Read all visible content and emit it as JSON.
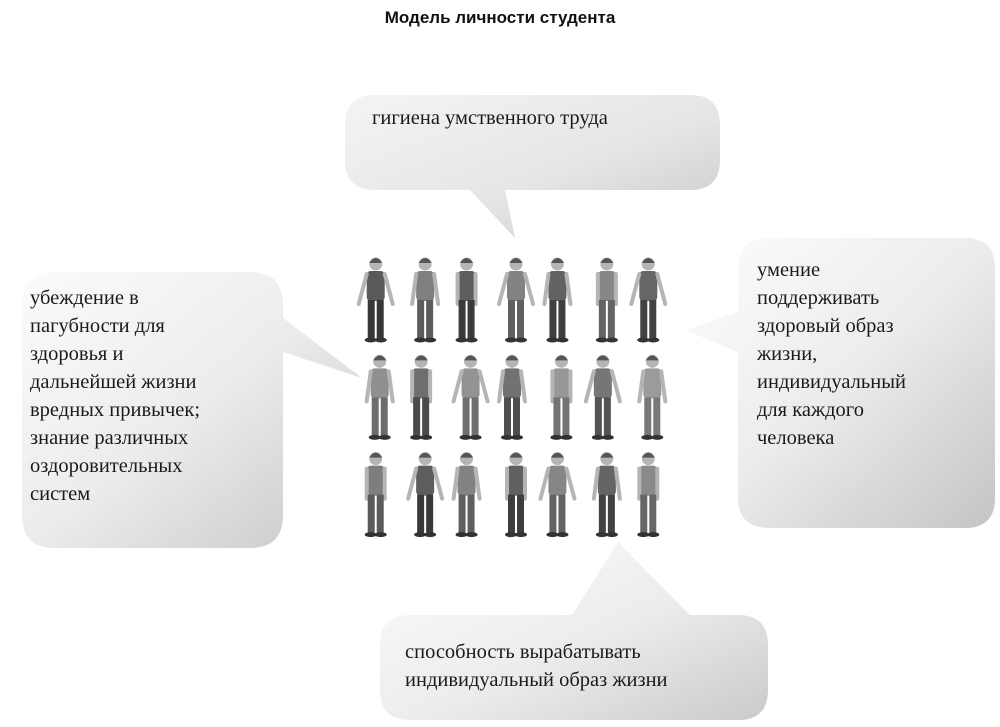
{
  "title": "Модель личности студента",
  "bubbles": {
    "top": "гигиена умственного труда",
    "left": "убеждение в\nпагубности для\nздоровья и\nдальнейшей жизни\nвредных привычек;\nзнание различных\nоздоровительных\nсистем",
    "right": "умение\nподдерживать\nздоровый образ\nжизни,\nиндивидуальный\nдля каждого\nчеловека",
    "bottom": "способность вырабатывать\nиндивидуальный образ жизни"
  },
  "colors": {
    "bubble_light": "#ffffff",
    "bubble_dark": "#c9c9c9",
    "figure_shirt": "#7a7a7a",
    "figure_pants": "#5a5a5a",
    "figure_skin": "#b5b5b5"
  },
  "image": {
    "description_icon": "students-group-image",
    "rows": 3,
    "cols": 7
  }
}
